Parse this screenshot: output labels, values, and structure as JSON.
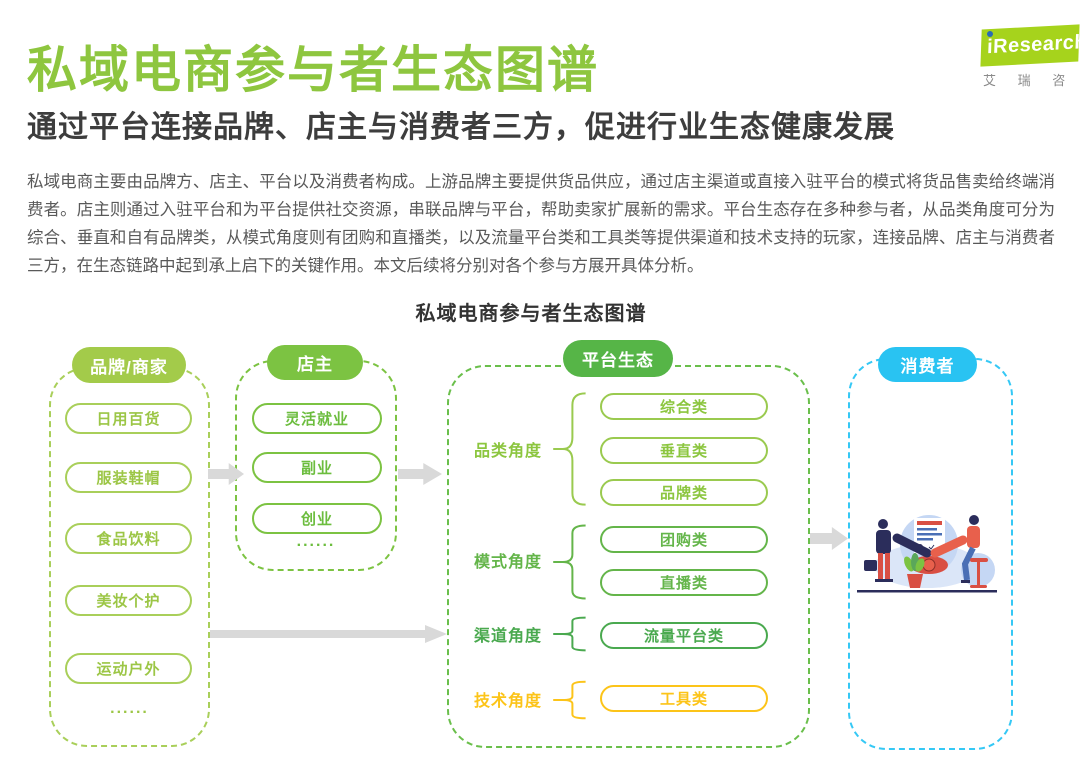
{
  "header": {
    "title": "私域电商参与者生态图谱",
    "subtitle": "通过平台连接品牌、店主与消费者三方，促进行业生态健康发展",
    "logo": {
      "brand_i": "i",
      "brand": "Research",
      "subtext": "艾 瑞 咨 询"
    }
  },
  "intro": {
    "paragraph": "私域电商主要由品牌方、店主、平台以及消费者构成。上游品牌主要提供货品供应，通过店主渠道或直接入驻平台的模式将货品售卖给终端消费者。店主则通过入驻平台和为平台提供社交资源，串联品牌与平台，帮助卖家扩展新的需求。平台生态存在多种参与者，从品类角度可分为综合、垂直和自有品牌类，从模式角度则有团购和直播类，以及流量平台类和工具类等提供渠道和技术支持的玩家，连接品牌、店主与消费者三方，在生态链路中起到承上启下的关键作用。本文后续将分别对各个参与方展开具体分析。"
  },
  "diagram": {
    "title": "私域电商参与者生态图谱",
    "columns": {
      "brands": {
        "header": "品牌/商家",
        "items": [
          "日用百货",
          "服装鞋帽",
          "食品饮料",
          "美妆个护",
          "运动户外"
        ],
        "more": "......",
        "color": "#a3cb4a"
      },
      "shopkeepers": {
        "header": "店主",
        "items": [
          "灵活就业",
          "副业",
          "创业"
        ],
        "more": "......",
        "color": "#7cc342"
      },
      "platform": {
        "header": "平台生态",
        "color": "#56b547",
        "groups": [
          {
            "label": "品类角度",
            "items": [
              "综合类",
              "垂直类",
              "品牌类"
            ],
            "color": "#8cc63f"
          },
          {
            "label": "模式角度",
            "items": [
              "团购类",
              "直播类"
            ],
            "color": "#64b54a"
          },
          {
            "label": "渠道角度",
            "items": [
              "流量平台类"
            ],
            "color": "#4aa94f"
          },
          {
            "label": "技术角度",
            "items": [
              "工具类"
            ],
            "color": "#fcc419"
          }
        ]
      },
      "consumers": {
        "header": "消费者",
        "illustration": "handshake-illustration",
        "color": "#29c3f2"
      }
    }
  },
  "colors": {
    "title_green": "#8ec63f",
    "logo_green": "#a6d31c",
    "logo_dot_blue": "#2a6bb5",
    "arrow_gray": "#d9d9d9",
    "body_text": "#595959",
    "tool_yellow": "#fcc419",
    "consumer_cyan": "#29c3f2"
  }
}
